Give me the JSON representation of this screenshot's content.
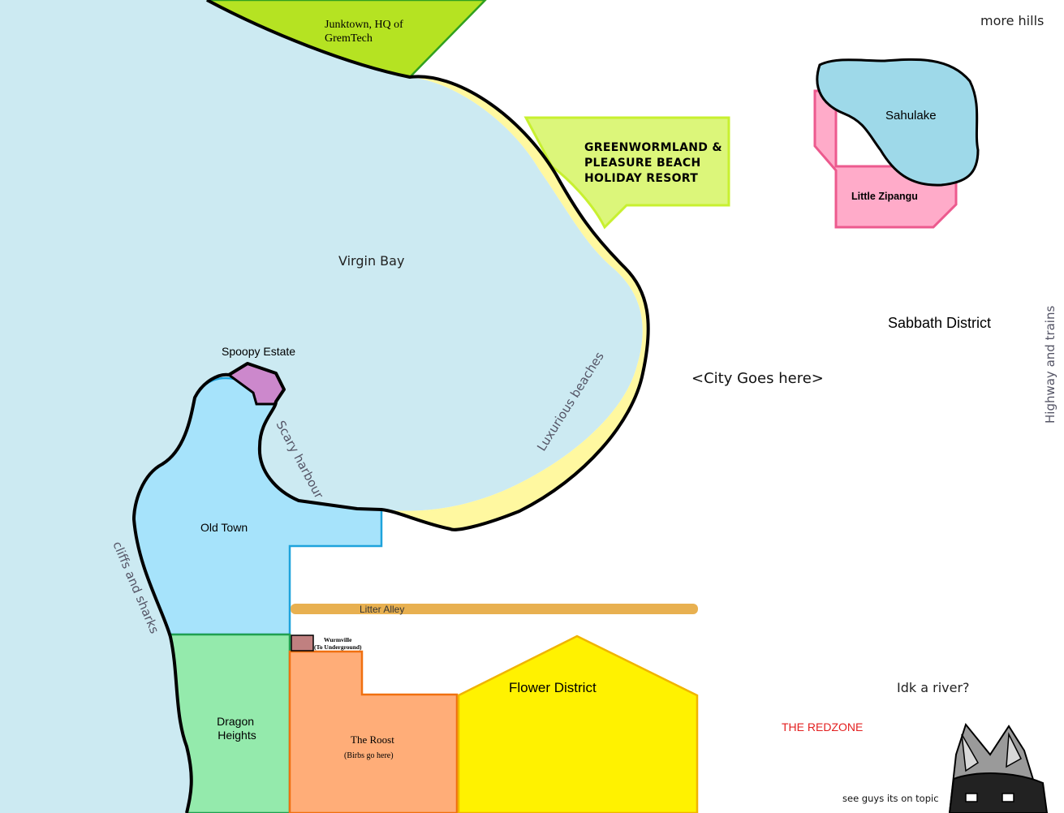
{
  "colors": {
    "sea": "#cceaf2",
    "coast": "#000000",
    "beach": "#fff8a0",
    "junktown": "#b5e322",
    "resort": "#dcf67a",
    "resort_border": "#c8f030",
    "old_town": "#a6e3fb",
    "old_town_border": "#1ea3dc",
    "spoopy": "#cc88cc",
    "dragon_heights": "#94eaac",
    "the_roost": "#ffad78",
    "the_roost_border": "#f07010",
    "flower_district": "#fff200",
    "flower_border": "#f0b400",
    "litter_alley": "#e8b050",
    "wurmville": "#c08080",
    "sahulake": "#9ed9e9",
    "little_zipangu": "#ffabc9",
    "little_zipangu_border": "#ec5a8e",
    "redzone_text": "#e32020"
  },
  "labels": {
    "junktown": [
      "Junktown, HQ of",
      "GremTech"
    ],
    "resort": [
      "GREENWORMLAND &",
      "PLEASURE BEACH",
      "HOLIDAY RESORT"
    ],
    "virgin_bay": "Virgin Bay",
    "spoopy_estate": "Spoopy Estate",
    "scary_harbour": "Scary harbour",
    "luxurious_beaches": "Luxurious beaches",
    "old_town": "Old Town",
    "cliffs": "cliffs and sharks",
    "litter_alley": "Litter Alley",
    "wurmville": [
      "Wurmville",
      "(To Underground)"
    ],
    "dragon_heights": [
      "Dragon",
      "Heights"
    ],
    "the_roost": "The Roost",
    "the_roost_sub": "(Birbs go here)",
    "flower_district": "Flower District",
    "more_hills": "more hills",
    "sahulake": "Sahulake",
    "little_zipangu": "Little Zipangu",
    "sabbath_district": "Sabbath District",
    "city": "<City Goes here>",
    "highway": "Highway and trains",
    "river": "Idk a river?",
    "redzone": "THE REDZONE",
    "topic": "see guys its on topic"
  },
  "icons": {
    "mascot": "cat-ears-character-doodle"
  }
}
